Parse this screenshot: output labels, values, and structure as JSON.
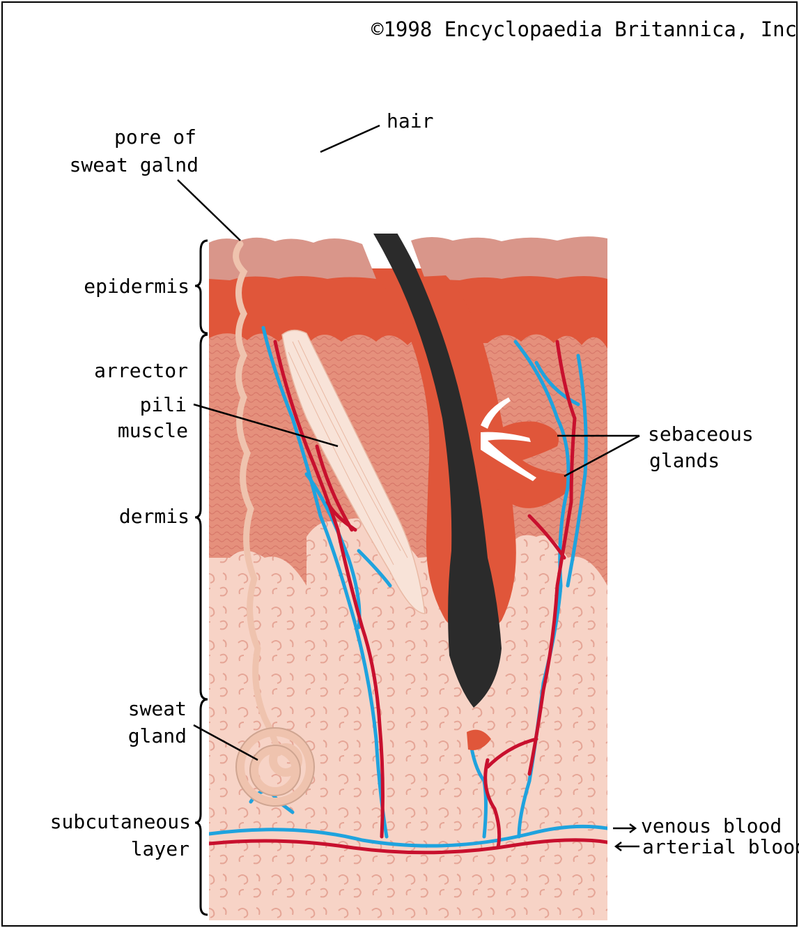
{
  "copyright": "©1998 Encyclopaedia Britannica, Inc",
  "labels": {
    "hair": "hair",
    "pore_line1": "pore of",
    "pore_line2": "sweat galnd",
    "epidermis": "epidermis",
    "arrector_line1": "arrector",
    "arrector_line2": "pili",
    "arrector_line3": "muscle",
    "dermis": "dermis",
    "sebaceous_line1": "sebaceous",
    "sebaceous_line2": "glands",
    "sweat_gland_line1": "sweat",
    "sweat_gland_line2": "gland",
    "subcutaneous_line1": "subcutaneous",
    "subcutaneous_line2": "layer",
    "venous": "venous blood",
    "arterial": "arterial blood"
  },
  "colors": {
    "epidermis_top": "#d9968a",
    "epidermis_base": "#e0563a",
    "dermis": "#e5907c",
    "subcutaneous": "#f7d3c6",
    "hair": "#2b2b2b",
    "vein": "#1fa3de",
    "artery": "#c8102e",
    "muscle": "#f8e3d8",
    "sweat_duct": "#efc3ae"
  }
}
